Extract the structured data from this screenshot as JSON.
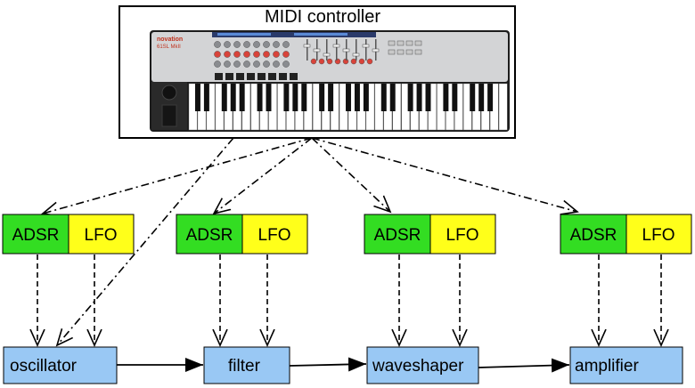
{
  "title": "MIDI controller",
  "device": {
    "brand": "novation",
    "model": "61SL MkII"
  },
  "modulators": [
    {
      "adsr": "ADSR",
      "lfo": "LFO"
    },
    {
      "adsr": "ADSR",
      "lfo": "LFO"
    },
    {
      "adsr": "ADSR",
      "lfo": "LFO"
    },
    {
      "adsr": "ADSR",
      "lfo": "LFO"
    }
  ],
  "modules": [
    {
      "label": "oscillator"
    },
    {
      "label": "filter"
    },
    {
      "label": "waveshaper"
    },
    {
      "label": "amplifier"
    }
  ],
  "colors": {
    "adsr": "#33dd22",
    "lfo": "#ffff1a",
    "module": "#99c8f4"
  }
}
